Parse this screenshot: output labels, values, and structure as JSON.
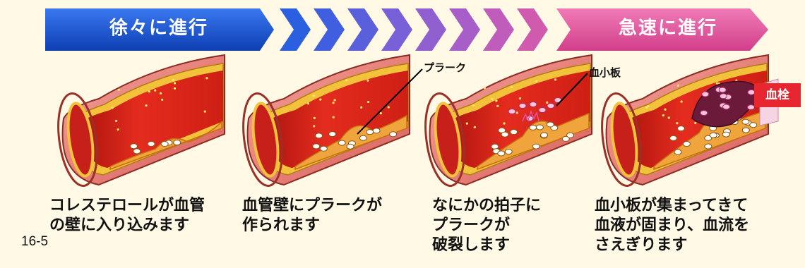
{
  "banner": {
    "left_label": "徐々に進行",
    "right_label": "急速に進行"
  },
  "callouts": {
    "plaque": "プラーク",
    "platelets": "血小板",
    "clot": "血栓"
  },
  "stages": [
    {
      "caption_lines": [
        "コレステロールが血管",
        "の壁に入り込みます"
      ]
    },
    {
      "caption_lines": [
        "血管壁にプラークが",
        "作られます"
      ]
    },
    {
      "caption_lines": [
        "なにかの拍子に",
        "プラークが",
        "破裂します"
      ]
    },
    {
      "caption_lines": [
        "血小板が集まってきて",
        "血液が固まり、血流を",
        "さえぎります"
      ]
    }
  ],
  "figure_number": "16-5",
  "colors": {
    "banner_blue": "#1a55d6",
    "banner_pink": "#e2559c",
    "vessel_red": "#d8241c",
    "plaque_orange": "#f0a43c",
    "clot_red": "#e8262f",
    "background": "#fff9e6"
  }
}
